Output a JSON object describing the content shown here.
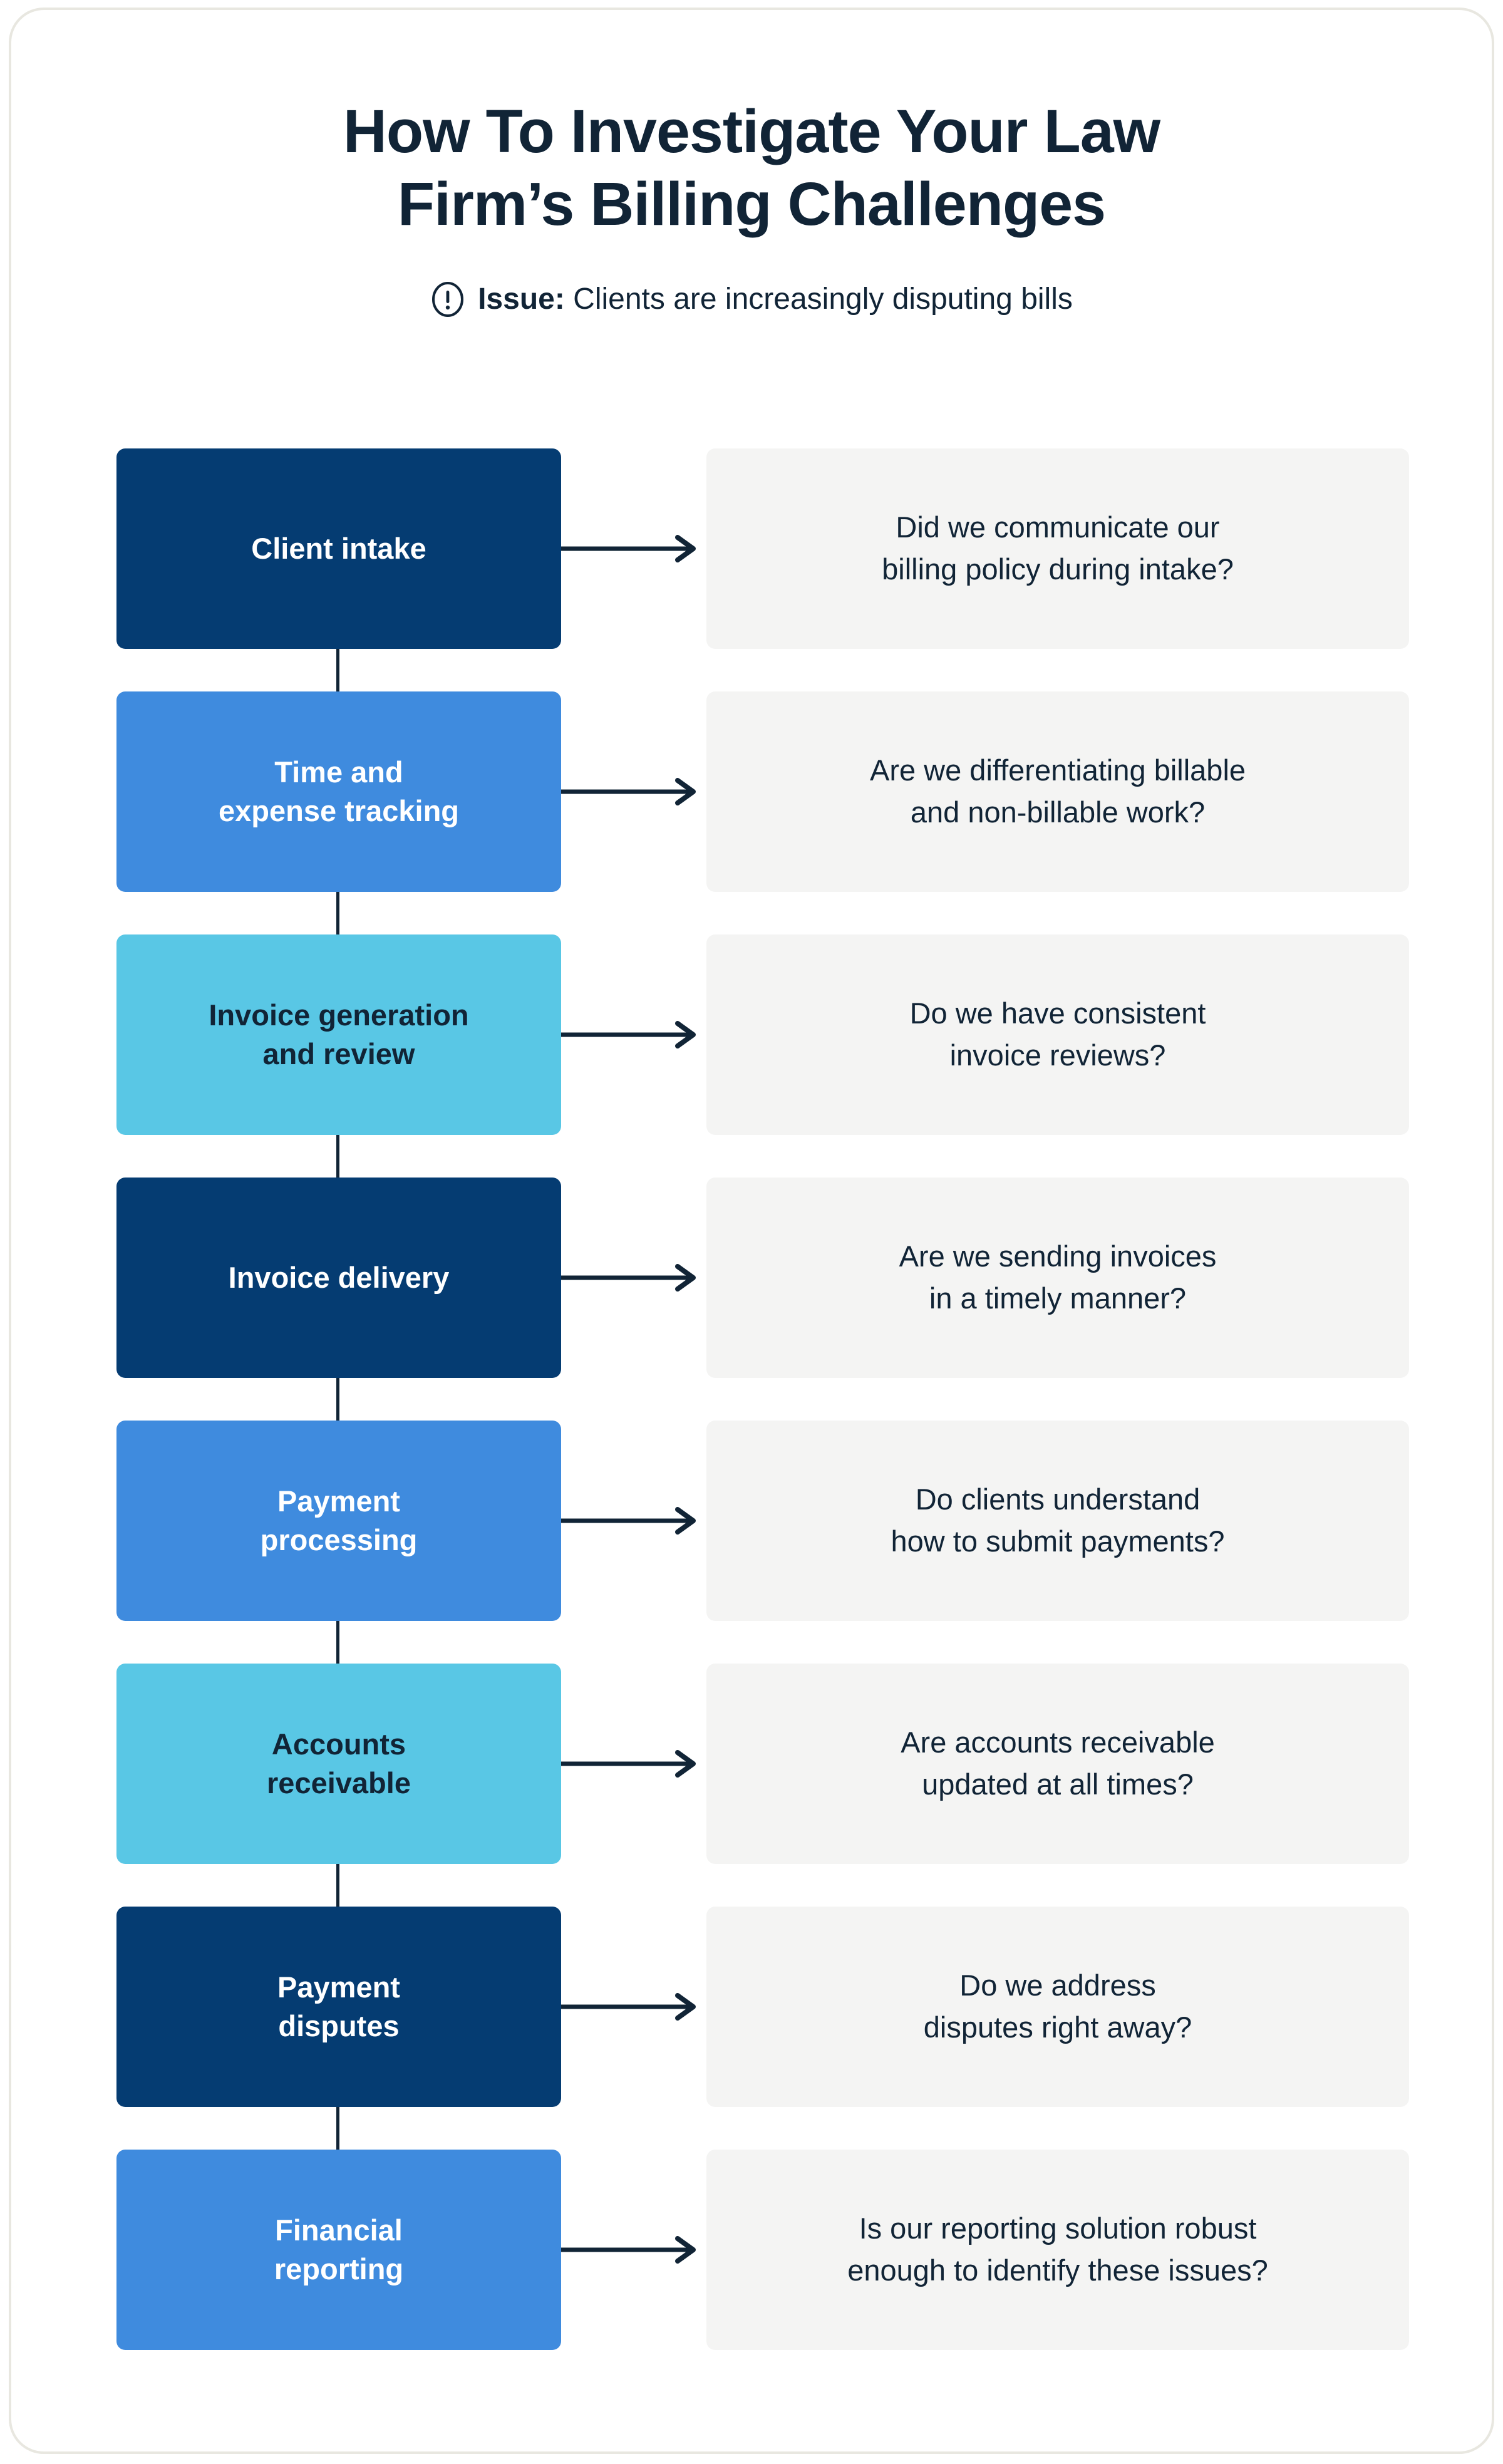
{
  "header": {
    "title_line1": "How To Investigate Your Law",
    "title_line2": "Firm’s Billing Challenges",
    "alert_icon": "exclamation-circle-icon",
    "issue_label": "Issue:",
    "issue_text": " Clients are increasingly disputing bills"
  },
  "colors": {
    "navy": "#053C72",
    "blue": "#3F8BDE",
    "cyan": "#59C7E5",
    "panel_gray": "#f4f4f3",
    "text_dark": "#112436",
    "card_border": "#e8e7e0"
  },
  "flow": {
    "steps": [
      {
        "stage": "Client intake",
        "color": "navy",
        "question": "Did we communicate our\nbilling policy during intake?"
      },
      {
        "stage": "Time and\nexpense tracking",
        "color": "blue",
        "question": "Are we differentiating billable\nand non-billable work?"
      },
      {
        "stage": "Invoice generation\nand review",
        "color": "cyan",
        "question": "Do we have consistent\ninvoice reviews?"
      },
      {
        "stage": "Invoice delivery",
        "color": "navy",
        "question": "Are we sending invoices\nin a timely manner?"
      },
      {
        "stage": "Payment\nprocessing",
        "color": "blue",
        "question": "Do clients understand\nhow to submit payments?"
      },
      {
        "stage": "Accounts\nreceivable",
        "color": "cyan",
        "question": "Are accounts receivable\nupdated at all times?"
      },
      {
        "stage": "Payment\ndisputes",
        "color": "navy",
        "question": "Do we address\ndisputes right away?"
      },
      {
        "stage": "Financial\nreporting",
        "color": "blue",
        "question": "Is our reporting solution robust\nenough to identify these issues?"
      }
    ]
  }
}
